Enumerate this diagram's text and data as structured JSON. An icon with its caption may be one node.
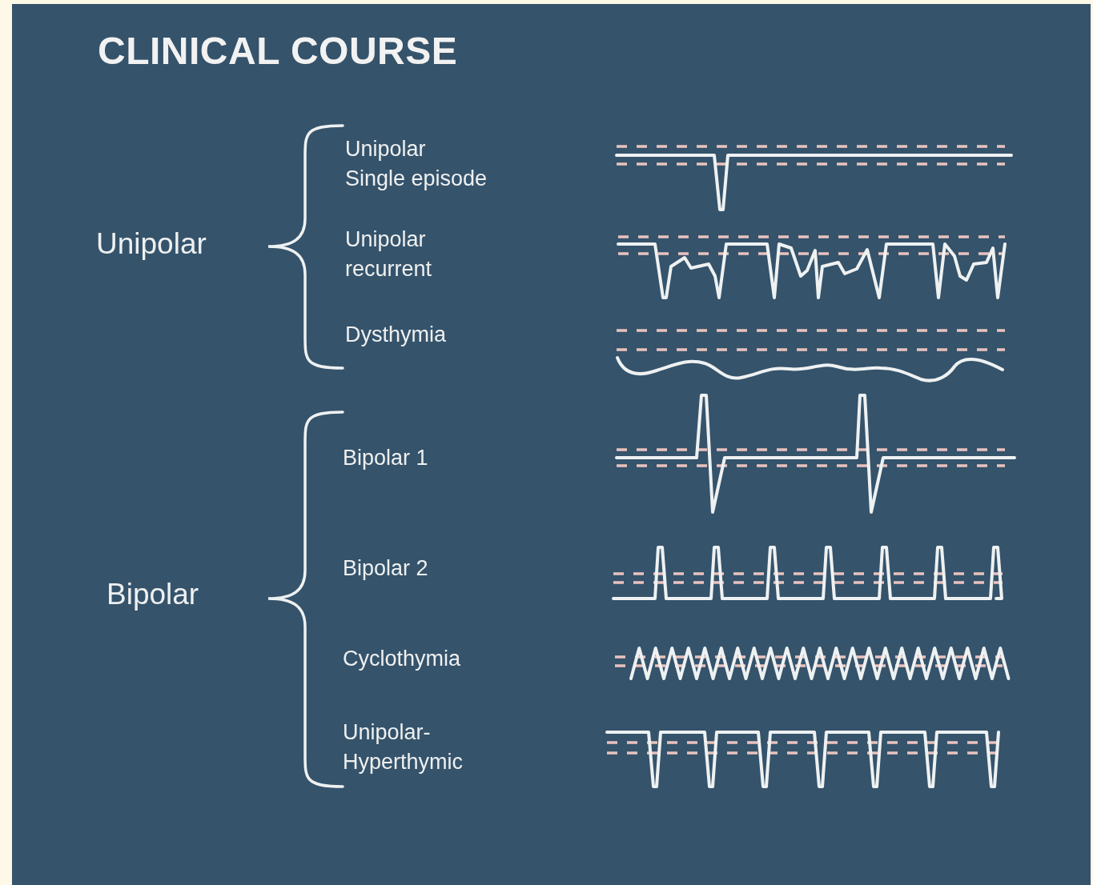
{
  "diagram": {
    "title": "CLINICAL COURSE",
    "labels": [
      "Unipolar Single episode",
      "Unipolar",
      "Unipolar recurrent",
      "Dysthymia",
      "Bipolar 1",
      "Bipolar 2",
      "Bipolar",
      "Cyclothymia",
      "Unipolar-Hyperthymic"
    ]
  }
}
